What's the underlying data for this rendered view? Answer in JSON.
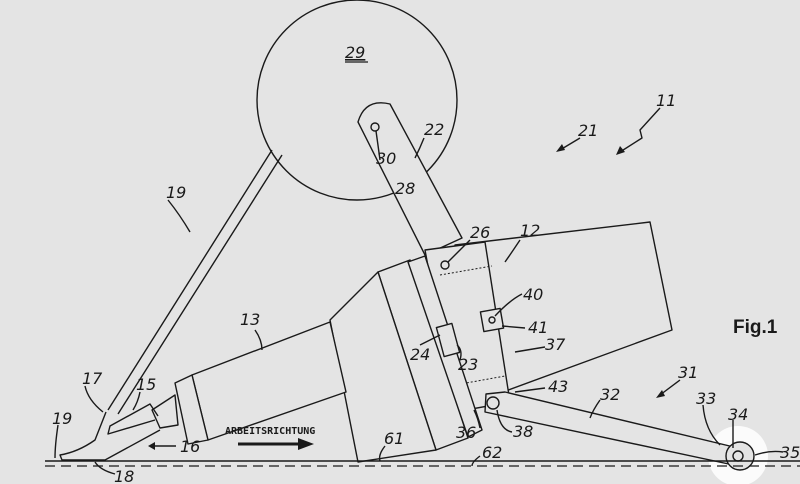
{
  "figure": {
    "title": "Fig.1",
    "direction_label": "ARBEITSRICHTUNG",
    "labels": {
      "l29": "29",
      "l22": "22",
      "l30": "30",
      "l28": "28",
      "l11": "11",
      "l21": "21",
      "l26": "26",
      "l12": "12",
      "l40": "40",
      "l41": "41",
      "l37": "37",
      "l24": "24",
      "l23": "23",
      "l13": "13",
      "l43": "43",
      "l32": "32",
      "l31": "31",
      "l33": "33",
      "l34": "34",
      "l35": "35",
      "l36": "36",
      "l38": "38",
      "l19a": "19",
      "l17": "17",
      "l15": "15",
      "l16": "16",
      "l19b": "19",
      "l18": "18",
      "l61": "61",
      "l62": "62"
    }
  }
}
